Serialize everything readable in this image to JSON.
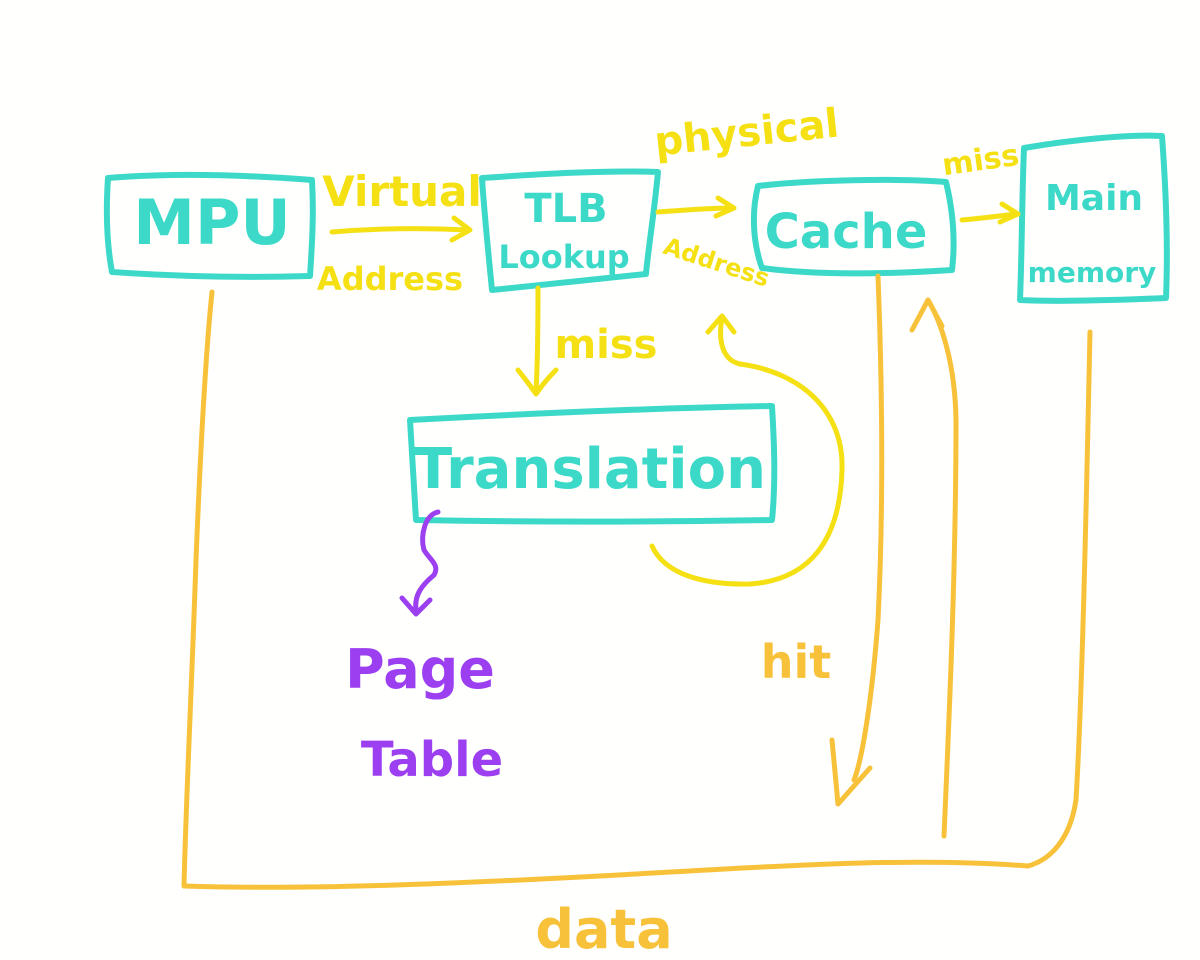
{
  "colors": {
    "box": "#3dd9c8",
    "address_path": "#f5e014",
    "data_path": "#f7c23a",
    "page_table": "#9b3ff0"
  },
  "nodes": {
    "mpu": "MPU",
    "tlb_line1": "TLB",
    "tlb_line2": "Lookup",
    "cache": "Cache",
    "main_line1": "Main",
    "main_line2": "memory",
    "translation": "Translation",
    "page_line1": "Page",
    "page_line2": "Table"
  },
  "edge_labels": {
    "virtual": "Virtual",
    "address_left": "Address",
    "physical": "physical",
    "address_right": "Address",
    "miss_tlb": "miss",
    "miss_cache": "miss",
    "hit": "hit",
    "data": "data"
  }
}
